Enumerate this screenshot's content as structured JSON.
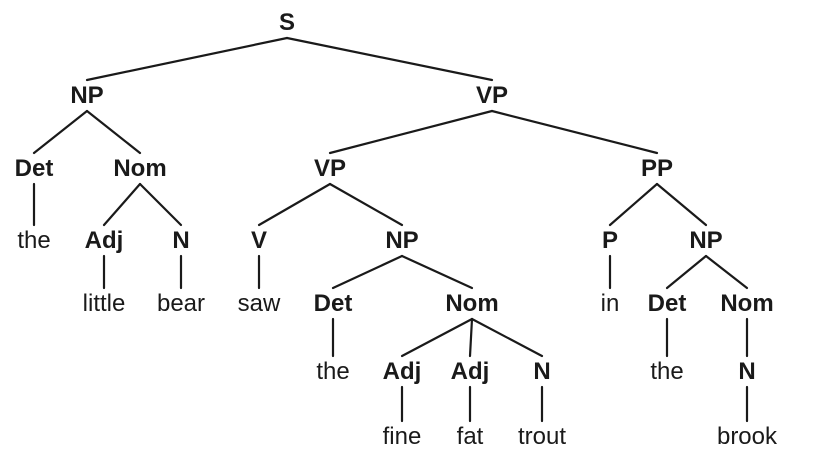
{
  "tree": {
    "label": "S",
    "type": "cat",
    "children": [
      {
        "label": "NP",
        "type": "cat",
        "children": [
          {
            "label": "Det",
            "type": "cat",
            "children": [
              {
                "label": "the",
                "type": "word"
              }
            ]
          },
          {
            "label": "Nom",
            "type": "cat",
            "children": [
              {
                "label": "Adj",
                "type": "cat",
                "children": [
                  {
                    "label": "little",
                    "type": "word"
                  }
                ]
              },
              {
                "label": "N",
                "type": "cat",
                "children": [
                  {
                    "label": "bear",
                    "type": "word"
                  }
                ]
              }
            ]
          }
        ]
      },
      {
        "label": "VP",
        "type": "cat",
        "children": [
          {
            "label": "VP",
            "type": "cat",
            "children": [
              {
                "label": "V",
                "type": "cat",
                "children": [
                  {
                    "label": "saw",
                    "type": "word"
                  }
                ]
              },
              {
                "label": "NP",
                "type": "cat",
                "children": [
                  {
                    "label": "Det",
                    "type": "cat",
                    "children": [
                      {
                        "label": "the",
                        "type": "word"
                      }
                    ]
                  },
                  {
                    "label": "Nom",
                    "type": "cat",
                    "children": [
                      {
                        "label": "Adj",
                        "type": "cat",
                        "children": [
                          {
                            "label": "fine",
                            "type": "word"
                          }
                        ]
                      },
                      {
                        "label": "Adj",
                        "type": "cat",
                        "children": [
                          {
                            "label": "fat",
                            "type": "word"
                          }
                        ]
                      },
                      {
                        "label": "N",
                        "type": "cat",
                        "children": [
                          {
                            "label": "trout",
                            "type": "word"
                          }
                        ]
                      }
                    ]
                  }
                ]
              }
            ]
          },
          {
            "label": "PP",
            "type": "cat",
            "children": [
              {
                "label": "P",
                "type": "cat",
                "children": [
                  {
                    "label": "in",
                    "type": "word"
                  }
                ]
              },
              {
                "label": "NP",
                "type": "cat",
                "children": [
                  {
                    "label": "Det",
                    "type": "cat",
                    "children": [
                      {
                        "label": "the",
                        "type": "word"
                      }
                    ]
                  },
                  {
                    "label": "Nom",
                    "type": "cat",
                    "children": [
                      {
                        "label": "N",
                        "type": "cat",
                        "children": [
                          {
                            "label": "brook",
                            "type": "word"
                          }
                        ]
                      }
                    ]
                  }
                ]
              }
            ]
          }
        ]
      }
    ]
  }
}
